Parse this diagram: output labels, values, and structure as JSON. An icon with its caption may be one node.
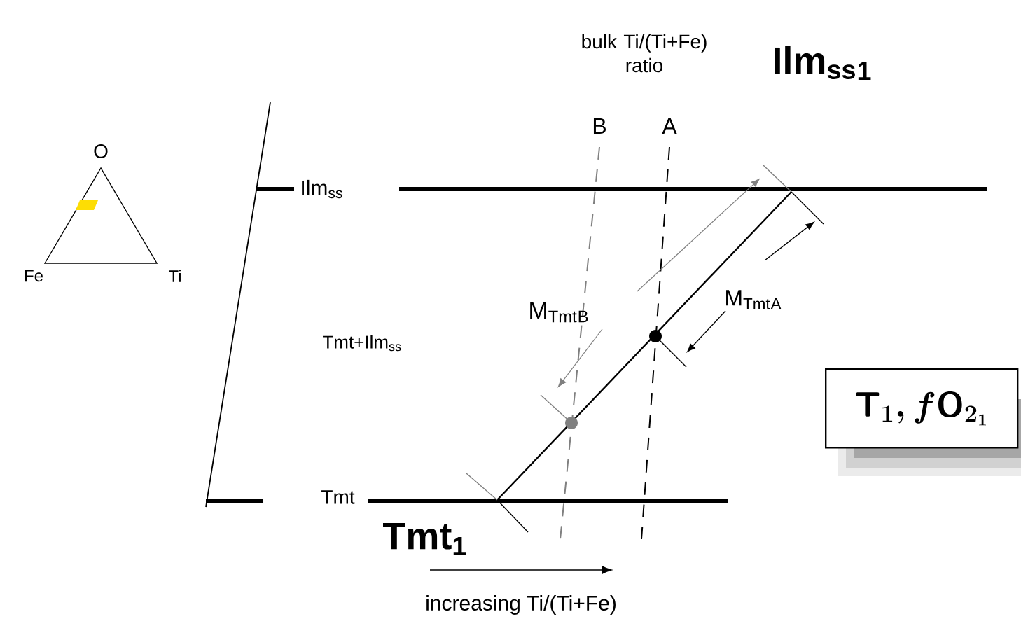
{
  "diagram": {
    "nodes": [
      {
        "text": [
          "\\mathsf{T}_{1}, f\\mathsf{O}_{2_{1}}"
        ]
      }
    ],
    "labels": [
      "bulk Ti/(Ti+Fe) ratio",
      "B",
      "A",
      "Ilm$_{ss}$$_{1}$",
      "O",
      "Ilm$_{ss}$",
      "Fe",
      "Ti",
      "M$_{Tmt}$$_{B}$",
      "M$_{Tmt}$$_{A}$",
      "Tmt+Ilm$_{ss}$",
      "Tmt",
      "Tmt$_{1}$",
      "increasing Ti/(Ti+Fe)"
    ]
  }
}
